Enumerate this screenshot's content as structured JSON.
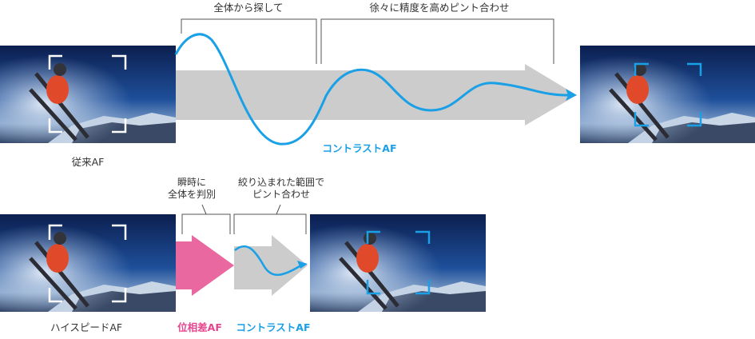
{
  "top": {
    "bracket1_label": "全体から探して",
    "bracket2_label": "徐々に精度を高めピント合わせ",
    "method_label": "コントラストAF",
    "row_label": "従来AF"
  },
  "bottom": {
    "bracket1_label_line1": "瞬時に",
    "bracket1_label_line2": "全体を判別",
    "bracket2_label_line1": "絞り込まれた範囲で",
    "bracket2_label_line2": "ピント合わせ",
    "phase_label": "位相差AF",
    "contrast_label": "コントラストAF",
    "row_label": "ハイスピードAF"
  },
  "colors": {
    "contrast_blue": "#1aa0e6",
    "phase_pink": "#e8689f",
    "arrow_gray": "#cccccc",
    "bracket_gray": "#555555"
  }
}
